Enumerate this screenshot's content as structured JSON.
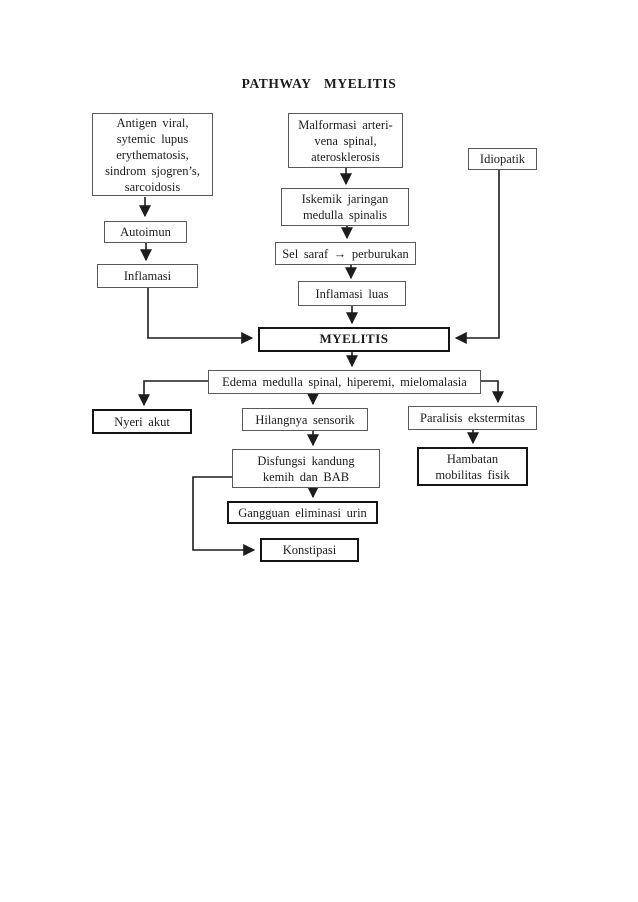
{
  "title": "PATHWAY MYELITIS",
  "diagram": {
    "nodes": {
      "antigen": {
        "label": "Antigen viral,\nsytemic lupus\nerythematosis,\nsindrom sjogren’s,\nsarcoidosis"
      },
      "autoimun": {
        "label": "Autoimun"
      },
      "inflamasi": {
        "label": "Inflamasi"
      },
      "malformasi": {
        "label": "Malformasi arteri-\nvena spinal,\naterosklerosis"
      },
      "iskemik": {
        "label": "Iskemik jaringan\nmedulla spinalis"
      },
      "sel_saraf": {
        "label": "Sel saraf → perburukan"
      },
      "inflamasi_luas": {
        "label": "Inflamasi luas"
      },
      "idiopatik": {
        "label": "Idiopatik"
      },
      "myelitis": {
        "label": "MYELITIS"
      },
      "edema": {
        "label": "Edema medulla spinal, hiperemi, mielomalasia"
      },
      "nyeri_akut": {
        "label": "Nyeri akut"
      },
      "hilangnya_sensorik": {
        "label": "Hilangnya sensorik"
      },
      "paralisis_ekstermitas": {
        "label": "Paralisis ekstermitas"
      },
      "disfungsi": {
        "label": "Disfungsi kandung\nkemih dan BAB"
      },
      "hambatan": {
        "label": "Hambatan\nmobilitas fisik"
      },
      "gangguan_eliminasi": {
        "label": "Gangguan eliminasi urin"
      },
      "konstipasi": {
        "label": "Konstipasi"
      }
    },
    "edges": [
      {
        "from": "antigen",
        "to": "autoimun"
      },
      {
        "from": "autoimun",
        "to": "inflamasi"
      },
      {
        "from": "inflamasi",
        "to": "myelitis"
      },
      {
        "from": "malformasi",
        "to": "iskemik"
      },
      {
        "from": "iskemik",
        "to": "sel_saraf"
      },
      {
        "from": "sel_saraf",
        "to": "inflamasi_luas"
      },
      {
        "from": "inflamasi_luas",
        "to": "myelitis"
      },
      {
        "from": "idiopatik",
        "to": "myelitis"
      },
      {
        "from": "myelitis",
        "to": "edema"
      },
      {
        "from": "edema",
        "to": "nyeri_akut"
      },
      {
        "from": "edema",
        "to": "hilangnya_sensorik"
      },
      {
        "from": "edema",
        "to": "paralisis_ekstermitas"
      },
      {
        "from": "hilangnya_sensorik",
        "to": "disfungsi"
      },
      {
        "from": "paralisis_ekstermitas",
        "to": "hambatan"
      },
      {
        "from": "disfungsi",
        "to": "gangguan_eliminasi"
      },
      {
        "from": "disfungsi",
        "to": "konstipasi"
      }
    ],
    "colors": {
      "background": "#ffffff",
      "line": "#1c1c1c",
      "border_thin": "#595959",
      "border_thick": "#141414",
      "text": "#1c1c1c"
    }
  }
}
